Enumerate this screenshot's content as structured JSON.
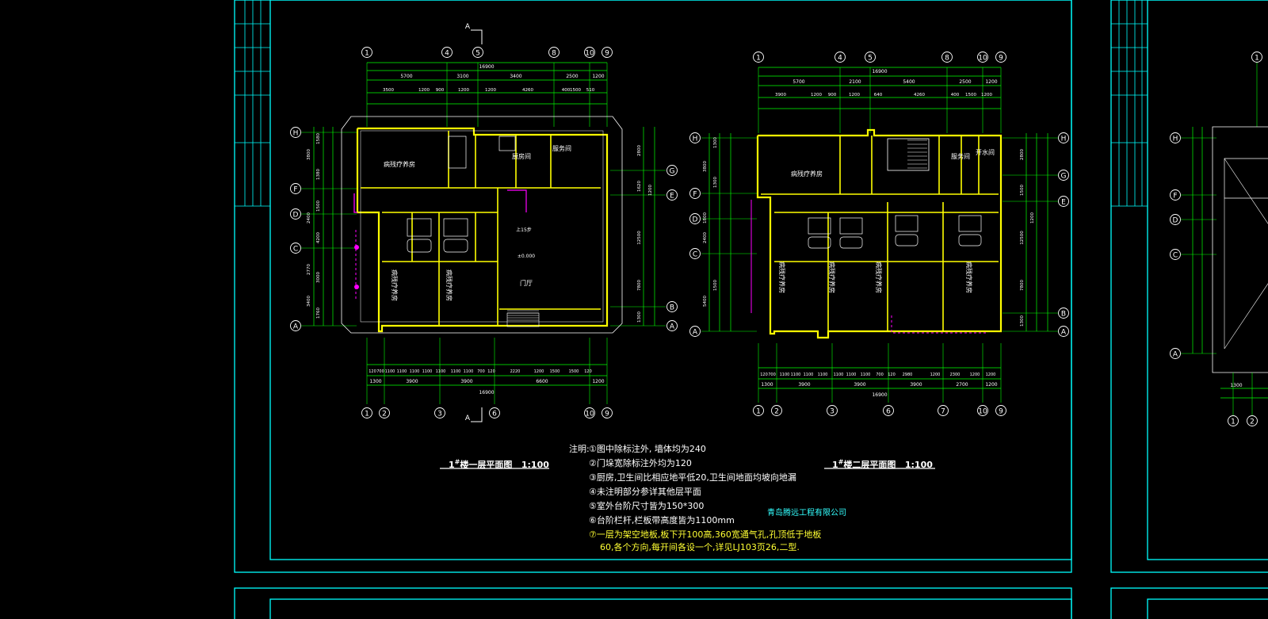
{
  "colors": {
    "frame": "#00ffff",
    "wall": "#ffff00",
    "dim": "#00ff00",
    "text": "#ffffff",
    "magenta": "#ff00ff",
    "red": "#ff3333"
  },
  "plan1": {
    "title_num": "1",
    "title_sup": "#",
    "title_text": "楼一层平面图",
    "scale": "1:100",
    "axes_top": [
      "1",
      "4",
      "5",
      "8",
      "10",
      "9"
    ],
    "axes_bottom": [
      "1",
      "2",
      "3",
      "6",
      "10",
      "9"
    ],
    "axes_left": [
      "H",
      "F",
      "D",
      "C",
      "A"
    ],
    "axes_right": [
      "G",
      "E",
      "B",
      "A"
    ],
    "total_width": "16900",
    "dims_top_row1": [
      "5700",
      "3100",
      "3400",
      "2500",
      "1200"
    ],
    "dims_bottom_row": [
      "1300",
      "3900",
      "3900",
      "6600",
      "1200"
    ],
    "rooms": [
      "病残疗养房",
      "厨房间",
      "服务间",
      "门厅",
      "病残疗养房",
      "病残疗养房"
    ],
    "section_mark": "A",
    "elevation": "±0.000",
    "stair_label": "上15步"
  },
  "plan2": {
    "title_num": "1",
    "title_sup": "#",
    "title_text": "楼二层平面图",
    "scale": "1:100",
    "axes_top": [
      "1",
      "4",
      "5",
      "8",
      "10",
      "9"
    ],
    "axes_bottom": [
      "1",
      "2",
      "3",
      "6",
      "7",
      "10",
      "9"
    ],
    "axes_left": [
      "H",
      "F",
      "D",
      "C",
      "A"
    ],
    "axes_right": [
      "H",
      "G",
      "E",
      "B",
      "A"
    ],
    "total_width": "16900",
    "dims_top_row1": [
      "5700",
      "2100",
      "5400",
      "2500",
      "1200"
    ],
    "dims_bottom_row": [
      "1300",
      "3900",
      "3900",
      "3900",
      "2700",
      "1200"
    ],
    "rooms": [
      "病残疗养房",
      "服务间",
      "开水间",
      "病残疗养房",
      "病残疗养房",
      "病残疗养房",
      "病残疗养房"
    ]
  },
  "notes": {
    "label": "注明:",
    "items": [
      "①图中除标注外, 墙体均为240",
      "②门垛宽除标注外均为120",
      "③厨房,卫生间比相应地平低20,卫生间地面均坡向地漏",
      "④未注明部分参详其他层平面",
      "⑤室外台阶尺寸皆为150*300",
      "⑥台阶栏杆,栏板带高度皆为1100mm"
    ],
    "item7_line1": "⑦一层为架空地板,板下开100高,360宽通气孔,孔顶低于地板",
    "item7_line2": "60,各个方向,每开间各设一个,详见LJ103页26,二型."
  },
  "company": "青岛腾远工程有限公司"
}
